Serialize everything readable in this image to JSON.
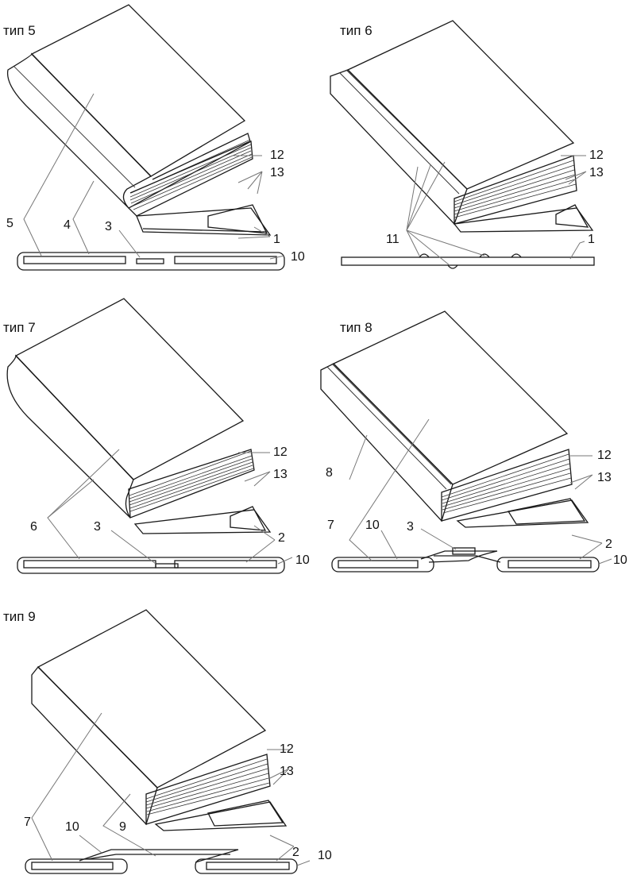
{
  "diagrams": [
    {
      "title": "тип 5",
      "labels": [
        "5",
        "4",
        "3",
        "12",
        "13",
        "1",
        "10"
      ]
    },
    {
      "title": "тип 6",
      "labels": [
        "12",
        "13",
        "11",
        "1"
      ]
    },
    {
      "title": "тип 7",
      "labels": [
        "12",
        "13",
        "6",
        "3",
        "2",
        "10"
      ]
    },
    {
      "title": "тип 8",
      "labels": [
        "12",
        "13",
        "8",
        "7",
        "10",
        "3",
        "2",
        "10"
      ]
    },
    {
      "title": "тип 9",
      "labels": [
        "12",
        "13",
        "7",
        "10",
        "9",
        "2",
        "10"
      ]
    }
  ],
  "colors": {
    "line": "#1a1a1a",
    "spine_dark": "#7d7d7d",
    "spine_light": "#ffffff",
    "board_dots": "#bdbdbd"
  }
}
